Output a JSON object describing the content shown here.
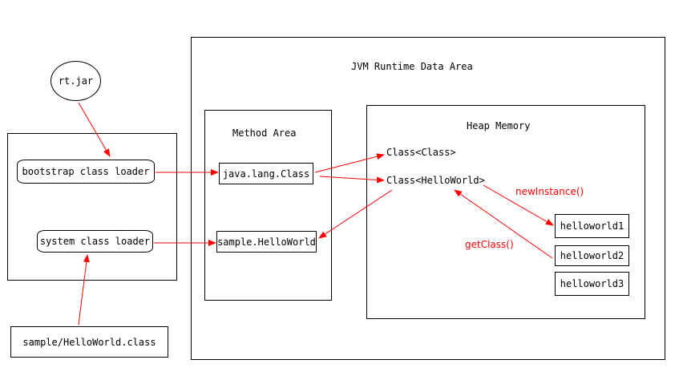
{
  "rt_jar": "rt.jar",
  "loader_panel": {
    "bootstrap": "bootstrap class loader",
    "system": "system class loader"
  },
  "class_file": "sample/HelloWorld.class",
  "jvm": {
    "title": "JVM Runtime Data Area",
    "method_area": {
      "title": "Method Area",
      "items": [
        "java.lang.Class",
        "sample.HelloWorld"
      ]
    },
    "heap": {
      "title": "Heap Memory",
      "class_objects": [
        "Class<Class>",
        "Class<HelloWorld>"
      ],
      "instances": [
        "helloworld1",
        "helloworld2",
        "helloworld3"
      ]
    }
  },
  "edge_labels": {
    "new_instance": "newInstance()",
    "get_class": "getClass()"
  },
  "colors": {
    "arrow": "#ff0000",
    "outline": "#000000"
  }
}
